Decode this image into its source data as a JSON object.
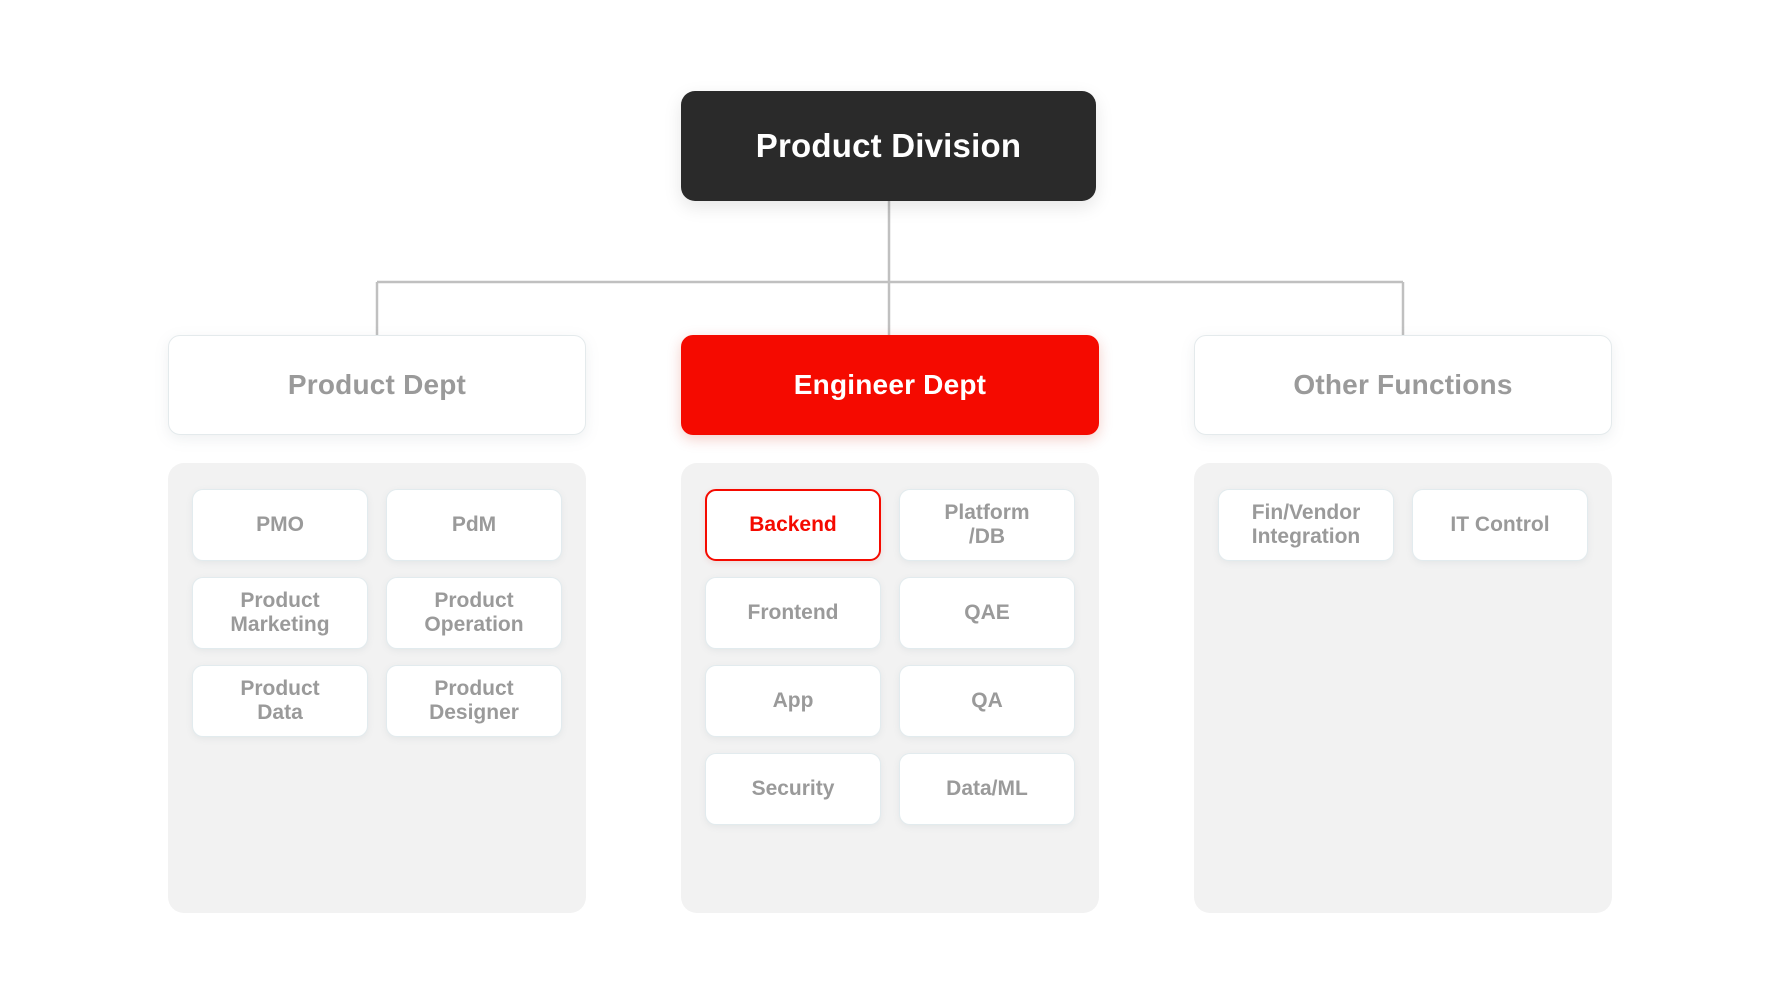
{
  "colors": {
    "root_bg": "#2a2a2a",
    "root_text": "#ffffff",
    "accent_red": "#f50a00",
    "muted_text": "#9a9a9a",
    "card_bg": "#ffffff",
    "card_border": "#e2ebee",
    "panel_bg": "#f2f2f2",
    "connector": "#c0c0c0",
    "canvas_bg": "#ffffff"
  },
  "chart_data": {
    "type": "diagram",
    "subtype": "org-chart",
    "title": "Product Division",
    "root": {
      "label": "Product Division",
      "style": "dark",
      "highlighted": false
    },
    "branches": [
      {
        "label": "Product Dept",
        "style": "plain",
        "highlighted": false,
        "children": [
          {
            "label": "PMO",
            "highlighted": false
          },
          {
            "label": "PdM",
            "highlighted": false
          },
          {
            "label": "Product\nMarketing",
            "highlighted": false
          },
          {
            "label": "Product\nOperation",
            "highlighted": false
          },
          {
            "label": "Product\nData",
            "highlighted": false
          },
          {
            "label": "Product\nDesigner",
            "highlighted": false
          }
        ]
      },
      {
        "label": "Engineer Dept",
        "style": "accent",
        "highlighted": true,
        "children": [
          {
            "label": "Backend",
            "highlighted": true
          },
          {
            "label": "Platform\n/DB",
            "highlighted": false
          },
          {
            "label": "Frontend",
            "highlighted": false
          },
          {
            "label": "QAE",
            "highlighted": false
          },
          {
            "label": "App",
            "highlighted": false
          },
          {
            "label": "QA",
            "highlighted": false
          },
          {
            "label": "Security",
            "highlighted": false
          },
          {
            "label": "Data/ML",
            "highlighted": false
          }
        ]
      },
      {
        "label": "Other Functions",
        "style": "plain",
        "highlighted": false,
        "children": [
          {
            "label": "Fin/Vendor\nIntegration",
            "highlighted": false
          },
          {
            "label": "IT Control",
            "highlighted": false
          }
        ]
      }
    ]
  }
}
